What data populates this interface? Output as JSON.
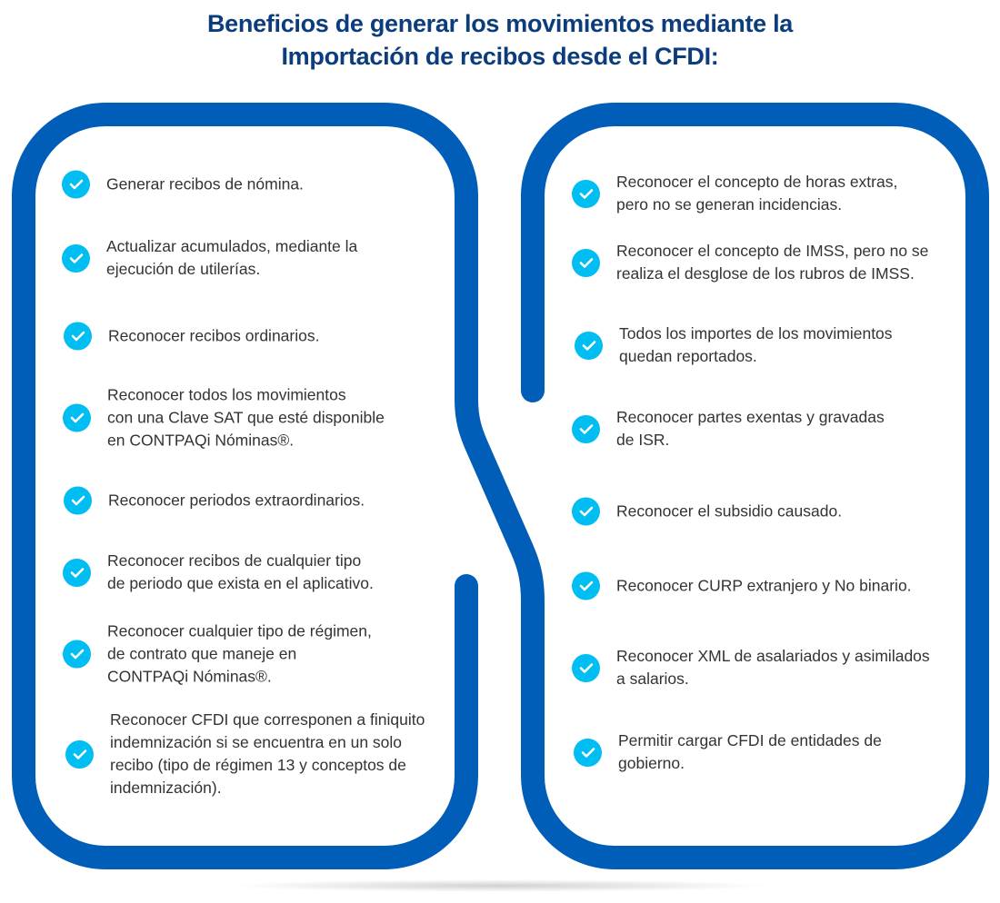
{
  "title": {
    "line1": "Beneficios de generar los movimientos mediante la",
    "line2": "Importación de recibos desde el CFDI:"
  },
  "colors": {
    "frame": "#005eb8",
    "check": "#00bdf2",
    "title": "#0b3d7c",
    "text": "#333333"
  },
  "left_items": [
    "Generar recibos de nómina.",
    "Actualizar acumulados, mediante la\nejecución de utilerías.",
    "Reconocer recibos ordinarios.",
    "Reconocer todos los movimientos\ncon una Clave SAT que esté disponible\nen CONTPAQi Nóminas®.",
    "Reconocer periodos extraordinarios.",
    "Reconocer recibos de cualquier tipo\nde periodo que exista en el aplicativo.",
    "Reconocer cualquier tipo de régimen,\nde contrato que maneje en\nCONTPAQi Nóminas®.",
    "Reconocer CFDI que corresponen a finiquito\nindemnización si se encuentra en un solo\nrecibo (tipo de régimen 13 y conceptos de\nindemnización)."
  ],
  "right_items": [
    "Reconocer el concepto de horas extras,\npero no se generan incidencias.",
    "Reconocer el concepto de IMSS, pero no se\nrealiza el desglose de los rubros de IMSS.",
    "Todos los importes de los movimientos\nquedan reportados.",
    "Reconocer partes exentas y gravadas\nde ISR.",
    "Reconocer el subsidio causado.",
    "Reconocer CURP extranjero y No binario.",
    "Reconocer XML de asalariados y asimilados\na salarios.",
    "Permitir cargar CFDI de entidades de\ngobierno."
  ]
}
